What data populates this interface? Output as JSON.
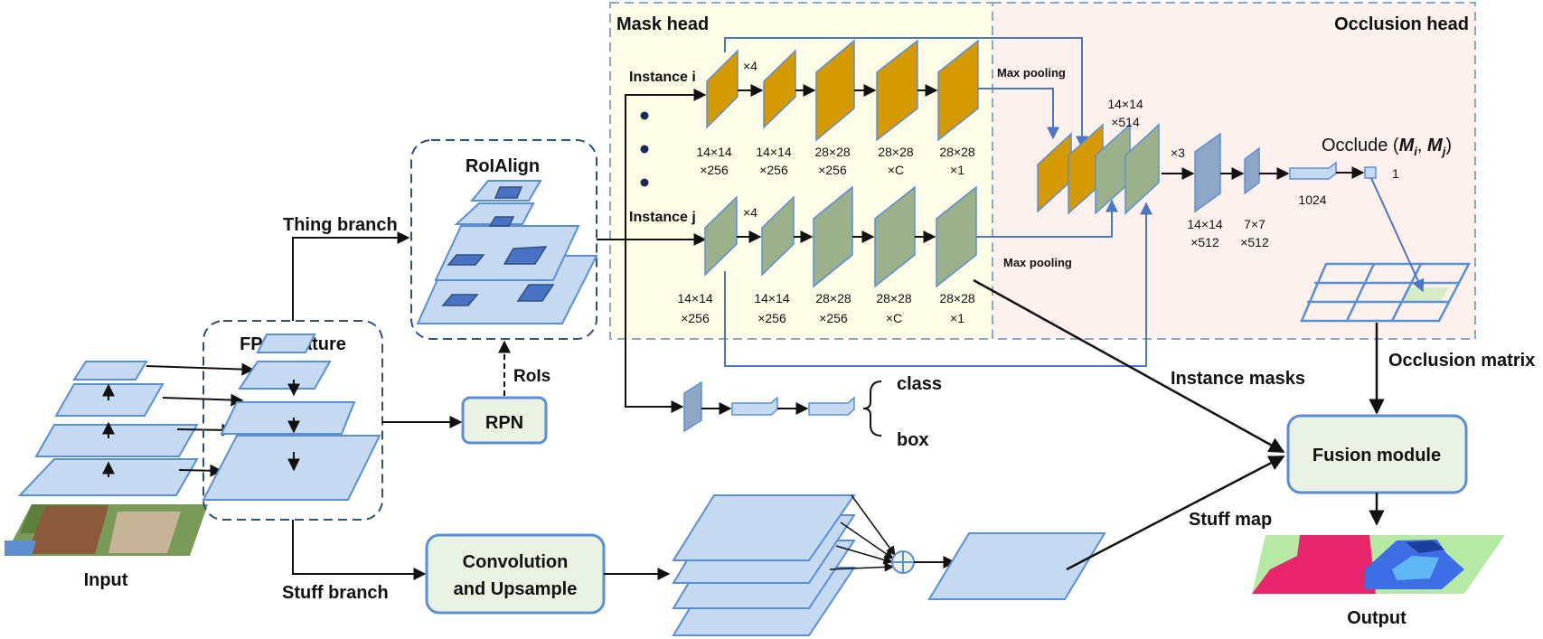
{
  "colors": {
    "plane_fill": "#c5d9f1",
    "plane_edge": "#5b8fd4",
    "rect_fill": "#4a72c4",
    "orange": "#d49a00",
    "green_gray": "#9cb08c",
    "blue_gray": "#8fa7c7",
    "mask_bg": "#fdfde8",
    "occ_bg": "#fdf1ed",
    "box_fill": "#eaf2e3",
    "fusion_pink": "#e8266b",
    "fusion_green": "#b6e9a4",
    "fusion_blue": "#3d6ee6",
    "arrow_blue": "#4a78c8"
  },
  "labels": {
    "input": "Input",
    "fpn_feature": "FPN Feature",
    "rpn": "RPN",
    "rois": "RoIs",
    "roialign": "RoIAlign",
    "thing_branch": "Thing branch",
    "stuff_branch": "Stuff branch",
    "conv_line1": "Convolution",
    "conv_line2": "and Upsample",
    "mask_head": "Mask head",
    "occlusion_head": "Occlusion head",
    "instance_i": "Instance i",
    "instance_j": "Instance j",
    "times4_top": "×4",
    "times4_bottom": "×4",
    "times3": "×3",
    "max_pooling_top": "Max pooling",
    "max_pooling_bottom": "Max pooling",
    "occlude_prefix": "Occlude (",
    "occlude_m1": "M",
    "occlude_i": "i",
    "occlude_comma": ", ",
    "occlude_m2": "M",
    "occlude_j": "j",
    "occlude_suffix": ")",
    "one": "1",
    "occlusion_matrix": "Occlusion matrix",
    "instance_masks": "Instance masks",
    "stuff_map": "Stuff map",
    "fusion_module": "Fusion module",
    "output": "Output",
    "class": "class",
    "box": "box"
  },
  "top_dims": [
    [
      "14×14",
      "×256"
    ],
    [
      "14×14",
      "×256"
    ],
    [
      "28×28",
      "×256"
    ],
    [
      "28×28",
      "×C"
    ],
    [
      "28×28",
      "×1"
    ]
  ],
  "bottom_dims": [
    [
      "14×14",
      "×256"
    ],
    [
      "14×14",
      "×256"
    ],
    [
      "28×28",
      "×256"
    ],
    [
      "28×28",
      "×C"
    ],
    [
      "28×28",
      "×1"
    ]
  ],
  "occ_dims": {
    "concat": [
      "14×14",
      "×514"
    ],
    "conv": [
      "14×14",
      "×512"
    ],
    "pool": [
      "7×7",
      "×512"
    ],
    "fc": "1024"
  }
}
